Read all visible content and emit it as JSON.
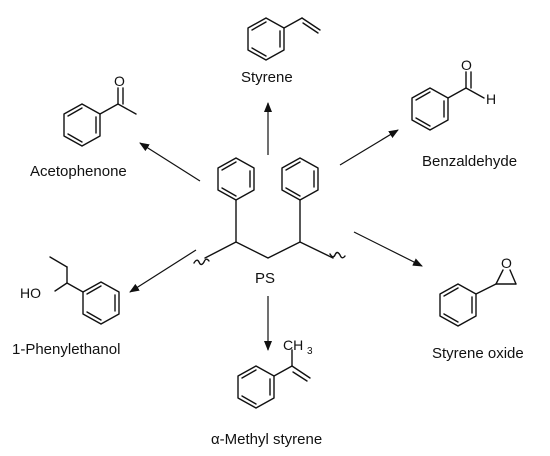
{
  "center": {
    "label": "PS"
  },
  "products": {
    "styrene": {
      "name": "Styrene"
    },
    "benzaldehyde": {
      "name": "Benzaldehyde",
      "atom_o": "O",
      "atom_h": "H"
    },
    "acetophenone": {
      "name": "Acetophenone",
      "atom_o": "O"
    },
    "phenylethanol": {
      "name": "1-Phenylethanol",
      "atom_ho": "HO"
    },
    "styrene_oxide": {
      "name": "Styrene oxide",
      "atom_o": "O"
    },
    "methyl_styrene": {
      "name": "α-Methyl styrene",
      "atom_ch": "CH",
      "atom_sub": "3"
    }
  }
}
